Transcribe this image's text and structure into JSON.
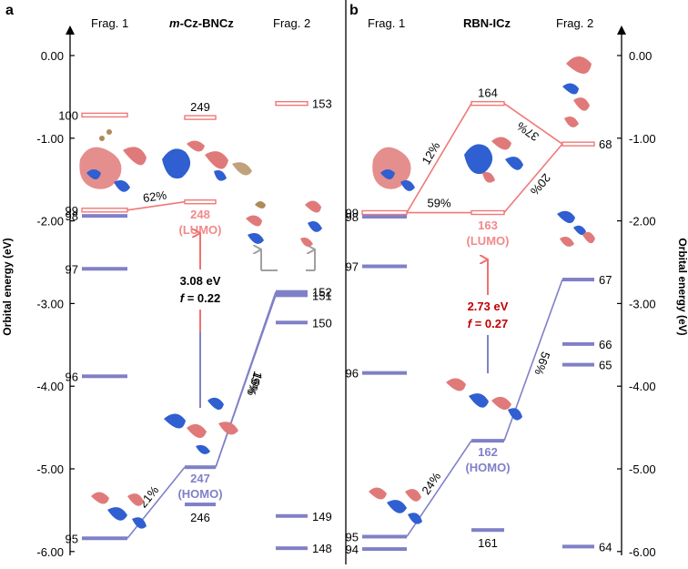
{
  "colors": {
    "lumo": "#f07878",
    "lumo_text": "#f08a8a",
    "homo": "#8080c8",
    "homo_text": "#8080c8",
    "arrow_red": "#f07070",
    "arrow_purple": "#8080c8",
    "gray_arrow": "#a0a0a0",
    "blue_lobe": "#2f5fd0",
    "red_lobe": "#e07a7a"
  },
  "panels": [
    {
      "letter": "a",
      "frag1": "Frag. 1",
      "title": "m-Cz-BNCz",
      "title_italic": "m",
      "title_rest": "-Cz-BNCz",
      "frag2": "Frag. 2",
      "gap": {
        "value": "3.08 eV",
        "f_label": "f",
        "f_value": " = 0.22"
      },
      "lumo_label": {
        "index": "248",
        "tag": "(LUMO)"
      },
      "homo_label": {
        "index": "247",
        "tag": "(HOMO)"
      },
      "levels": [
        {
          "id": "f1-100",
          "col": "frag1",
          "energy": -0.72,
          "label": "100",
          "kind": "lumo-open"
        },
        {
          "id": "f1-99",
          "col": "frag1",
          "energy": -1.87,
          "label": "99",
          "kind": "lumo-open"
        },
        {
          "id": "f1-98",
          "col": "frag1",
          "energy": -1.94,
          "label": "98",
          "kind": "homo"
        },
        {
          "id": "f1-97",
          "col": "frag1",
          "energy": -2.58,
          "label": "97",
          "kind": "homo"
        },
        {
          "id": "f1-96",
          "col": "frag1",
          "energy": -3.88,
          "label": "96",
          "kind": "homo"
        },
        {
          "id": "f1-95",
          "col": "frag1",
          "energy": -5.84,
          "label": "95",
          "kind": "homo"
        },
        {
          "id": "c-249",
          "col": "complex",
          "energy": -0.75,
          "label": "249",
          "kind": "lumo-open"
        },
        {
          "id": "c-248",
          "col": "complex",
          "energy": -1.77,
          "label": "",
          "kind": "lumo-open"
        },
        {
          "id": "c-247",
          "col": "complex",
          "energy": -4.98,
          "label": "",
          "kind": "homo"
        },
        {
          "id": "c-246",
          "col": "complex",
          "energy": -5.43,
          "label": "246",
          "kind": "homo"
        },
        {
          "id": "f2-153",
          "col": "frag2",
          "energy": -0.58,
          "label": "153",
          "kind": "lumo-open"
        },
        {
          "id": "f2-152",
          "col": "frag2",
          "energy": -2.86,
          "label": "152",
          "kind": "homo"
        },
        {
          "id": "f2-151",
          "col": "frag2",
          "energy": -2.9,
          "label": "151",
          "kind": "homo"
        },
        {
          "id": "f2-150",
          "col": "frag2",
          "energy": -3.23,
          "label": "150",
          "kind": "homo"
        },
        {
          "id": "f2-149",
          "col": "frag2",
          "energy": -5.57,
          "label": "149",
          "kind": "homo"
        },
        {
          "id": "f2-148",
          "col": "frag2",
          "energy": -5.96,
          "label": "148",
          "kind": "homo"
        }
      ],
      "contributions": [
        {
          "from": "f1-99",
          "to": "c-248",
          "label": "62%",
          "kind": "lumo"
        },
        {
          "from": "f1-95",
          "to": "c-247",
          "label": "21%",
          "kind": "homo"
        },
        {
          "from": "f2-152",
          "to": "c-247",
          "label": "19%",
          "kind": "homo"
        },
        {
          "from": "f2-151",
          "to": "c-247",
          "label": "16%",
          "kind": "homo"
        }
      ],
      "axis_side": "left"
    },
    {
      "letter": "b",
      "frag1": "Frag. 1",
      "title": "RBN-ICz",
      "title_italic": "",
      "title_rest": "RBN-ICz",
      "frag2": "Frag. 2",
      "gap": {
        "value": "2.73 eV",
        "f_label": "f",
        "f_value": " = 0.27"
      },
      "lumo_label": {
        "index": "163",
        "tag": "(LUMO)"
      },
      "homo_label": {
        "index": "162",
        "tag": "(HOMO)"
      },
      "levels": [
        {
          "id": "g1-99",
          "col": "frag1",
          "energy": -1.9,
          "label": "99",
          "kind": "lumo-open"
        },
        {
          "id": "g1-98",
          "col": "frag1",
          "energy": -1.95,
          "label": "98",
          "kind": "homo"
        },
        {
          "id": "g1-97",
          "col": "frag1",
          "energy": -2.55,
          "label": "97",
          "kind": "homo"
        },
        {
          "id": "g1-96",
          "col": "frag1",
          "energy": -3.84,
          "label": "96",
          "kind": "homo"
        },
        {
          "id": "g1-95",
          "col": "frag1",
          "energy": -5.82,
          "label": "95",
          "kind": "homo"
        },
        {
          "id": "g1-94",
          "col": "frag1",
          "energy": -5.97,
          "label": "94",
          "kind": "homo"
        },
        {
          "id": "d-164",
          "col": "complex",
          "energy": -0.58,
          "label": "164",
          "kind": "lumo-open"
        },
        {
          "id": "d-163",
          "col": "complex",
          "energy": -1.9,
          "label": "",
          "kind": "lumo-open"
        },
        {
          "id": "d-162",
          "col": "complex",
          "energy": -4.66,
          "label": "",
          "kind": "homo"
        },
        {
          "id": "d-161",
          "col": "complex",
          "energy": -5.74,
          "label": "161",
          "kind": "homo"
        },
        {
          "id": "g2-68",
          "col": "frag2",
          "energy": -1.07,
          "label": "68",
          "kind": "lumo-open"
        },
        {
          "id": "g2-67",
          "col": "frag2",
          "energy": -2.71,
          "label": "67",
          "kind": "homo"
        },
        {
          "id": "g2-66",
          "col": "frag2",
          "energy": -3.49,
          "label": "66",
          "kind": "homo"
        },
        {
          "id": "g2-65",
          "col": "frag2",
          "energy": -3.74,
          "label": "65",
          "kind": "homo"
        },
        {
          "id": "g2-64",
          "col": "frag2",
          "energy": -5.94,
          "label": "64",
          "kind": "homo"
        }
      ],
      "contributions": [
        {
          "from": "g1-99",
          "to": "d-164",
          "label": "12%",
          "kind": "lumo"
        },
        {
          "from": "g1-99",
          "to": "d-163",
          "label": "59%",
          "kind": "lumo"
        },
        {
          "from": "g2-68",
          "to": "d-164",
          "label": "37%",
          "kind": "lumo"
        },
        {
          "from": "g2-68",
          "to": "d-163",
          "label": "20%",
          "kind": "lumo"
        },
        {
          "from": "g1-95",
          "to": "d-162",
          "label": "24%",
          "kind": "homo"
        },
        {
          "from": "g2-67",
          "to": "d-162",
          "label": "56%",
          "kind": "homo"
        }
      ],
      "axis_side": "right"
    }
  ],
  "axis": {
    "label": "Orbital energy (eV)",
    "ticks": [
      "0.00",
      "-1.00",
      "-2.00",
      "-3.00",
      "-4.00",
      "-5.00",
      "-6.00"
    ]
  }
}
